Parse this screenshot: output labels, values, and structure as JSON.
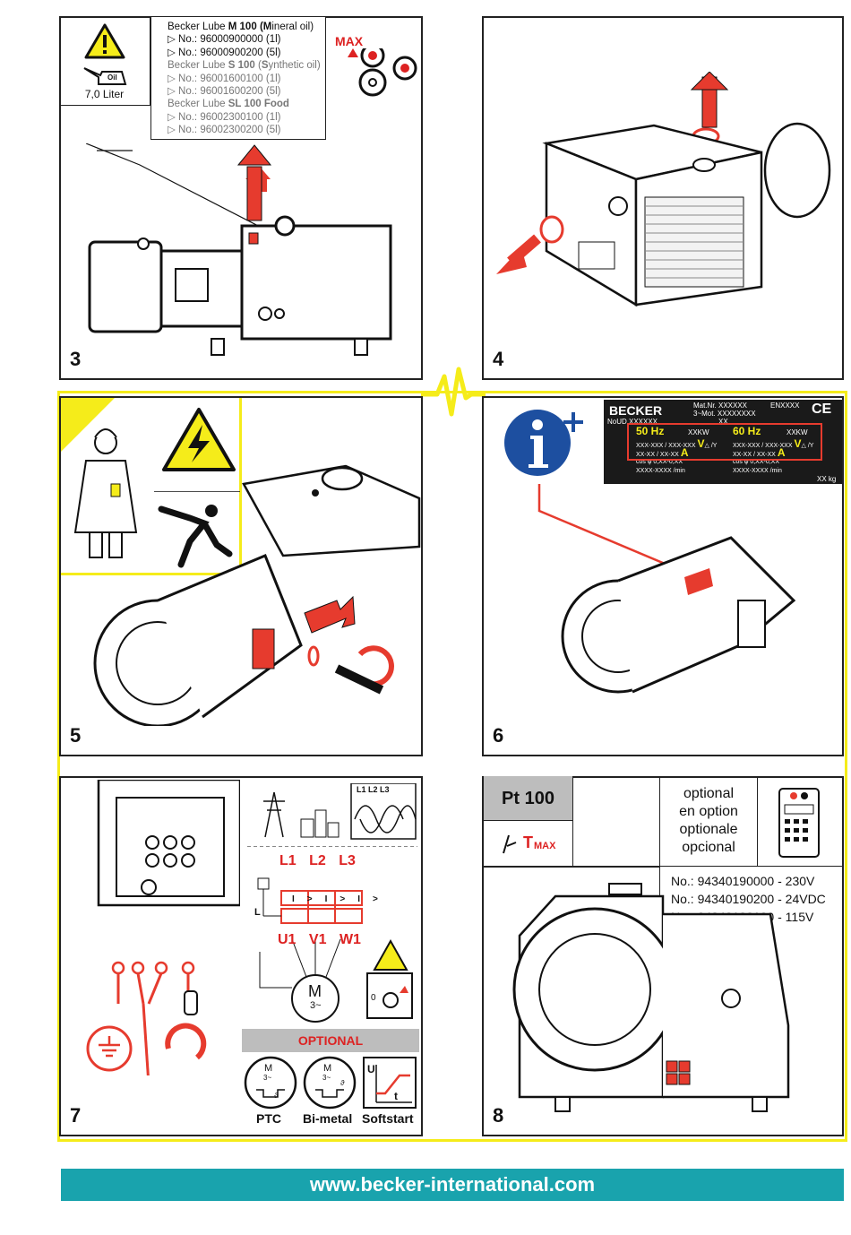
{
  "panels": [
    {
      "number": "3"
    },
    {
      "number": "4"
    },
    {
      "number": "5"
    },
    {
      "number": "6"
    },
    {
      "number": "7"
    },
    {
      "number": "8"
    }
  ],
  "panel3": {
    "oil_label": "Oil",
    "volume": "7,0 Liter",
    "max_label": "MAX",
    "lubes": [
      {
        "prefix": "Becker Lube ",
        "name": "M 100 ",
        "name_open": "(",
        "initial": "M",
        "rest": "ineral oil)",
        "nos": [
          "▷ No.: 96000900000 (1l)",
          "▷ No.: 96000900200 (5l)"
        ],
        "gray": false
      },
      {
        "prefix": "Becker Lube ",
        "name": "S 100 ",
        "name_open": "(",
        "initial": "S",
        "rest": "ynthetic oil)",
        "nos": [
          "▷ No.: 96001600100 (1l)",
          "▷ No.: 96001600200 (5l)"
        ],
        "gray": true
      },
      {
        "prefix": "Becker Lube ",
        "name": "SL 100 Food",
        "name_open": "",
        "initial": "",
        "rest": "",
        "nos": [
          "▷ No.: 96002300100 (1l)",
          "▷ No.: 96002300200 (5l)"
        ],
        "gray": true
      }
    ]
  },
  "panel6": {
    "brand": "BECKER",
    "mat_nr": "Mat.Nr. XXXXXX",
    "en": "ENXXXX",
    "mot": "3~Mot. XXXXXXXX",
    "no_ud": "NoUD XXXXXX",
    "xx": "XX",
    "hz50": "50 Hz",
    "hz60": "60 Hz",
    "kw": "XXKW",
    "volts": "XXX-XXX / XXX-XXX",
    "v_symbol": "V",
    "delta_y": "△ /Y",
    "amps": "XX-XX / XX-XX",
    "a_symbol": "A",
    "cos": "cos φ  0,XX-0,XX",
    "rpm": "XXXX-XXXX /min",
    "weight": "XX kg",
    "ce": "CE"
  },
  "panel7": {
    "phases_top": [
      "L1",
      "L2",
      "L3"
    ],
    "phase_top_labels": "L1 L2 L3",
    "phases_bottom": [
      "U1",
      "V1",
      "W1"
    ],
    "l_label": "L",
    "motor": "M",
    "motor_sub": "3~",
    "zero": "0",
    "optional": "OPTIONAL",
    "options": [
      "PTC",
      "Bi-metal",
      "Softstart"
    ],
    "u_axis": "U",
    "t_axis": "t",
    "theta": "ϑ"
  },
  "panel8": {
    "sensor": "Pt 100",
    "tmax": "T",
    "tmax_sub": "MAX",
    "optional_langs": [
      "optional",
      "en option",
      "optionale",
      "opcional"
    ],
    "part_numbers": [
      "No.: 94340190000 - 230V",
      "No.: 94340190200 - 24VDC",
      "No.: 94340190100 - 115V"
    ]
  },
  "footer": {
    "url": "www.becker-international.com"
  },
  "colors": {
    "accent_red": "#e63b2e",
    "safety_yellow": "#f5ec1a",
    "info_blue": "#1d4fa0",
    "footer_teal": "#19a3ad"
  }
}
